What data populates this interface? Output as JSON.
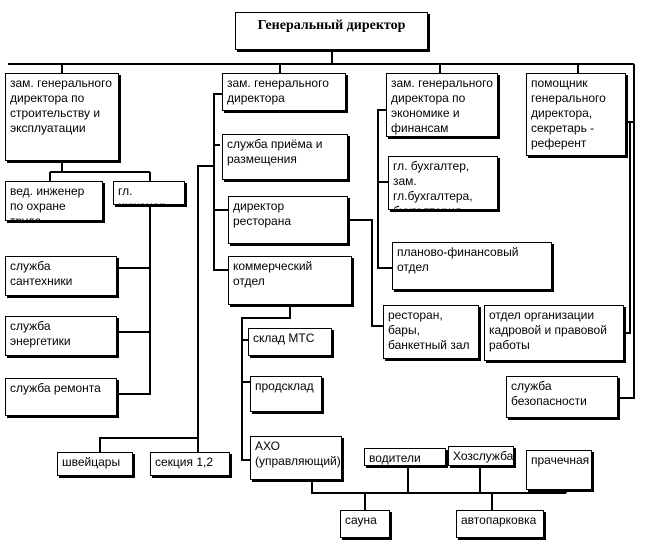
{
  "nodes": {
    "gen_dir": "Генеральный директор",
    "zam_stroy": "зам. генерального директора по строительству и эксплуатации",
    "zam_gen": "зам. генерального директора",
    "zam_econ": "зам. генерального директора по экономике и финансам",
    "pomoshnik": "помощник генерального директора, секретарь - референт",
    "ved_inzh": "вед. инженер по охране труда",
    "gl_inzh": "гл. инженер",
    "santeh": "служба сантехники",
    "energ": "служба энергетики",
    "remont": "служба ремонта",
    "priem": "служба приёма и размещения",
    "dir_rest": "директор ресторана",
    "kommerch": "коммерческий отдел",
    "gl_buh": "гл. бухгалтер, зам. гл.бухгалтера, бухгалтерия",
    "plan_fin": "планово-финансовый отдел",
    "restoran": "ресторан, бары, банкетный зал",
    "kadr": "отдел организации кадровой и правовой работы",
    "bezop": "служба безопасности",
    "sklad": "склад МТС",
    "podsklad": "продсклад",
    "aho": "АХО (управляющий)",
    "shveicar": "швейцары",
    "sekcia": "секция 1,2",
    "voditeli": "водители",
    "hozsl": "Хозслужба",
    "prach": "прачечная",
    "sauna": "сауна",
    "avtopark": "автопарковка"
  }
}
